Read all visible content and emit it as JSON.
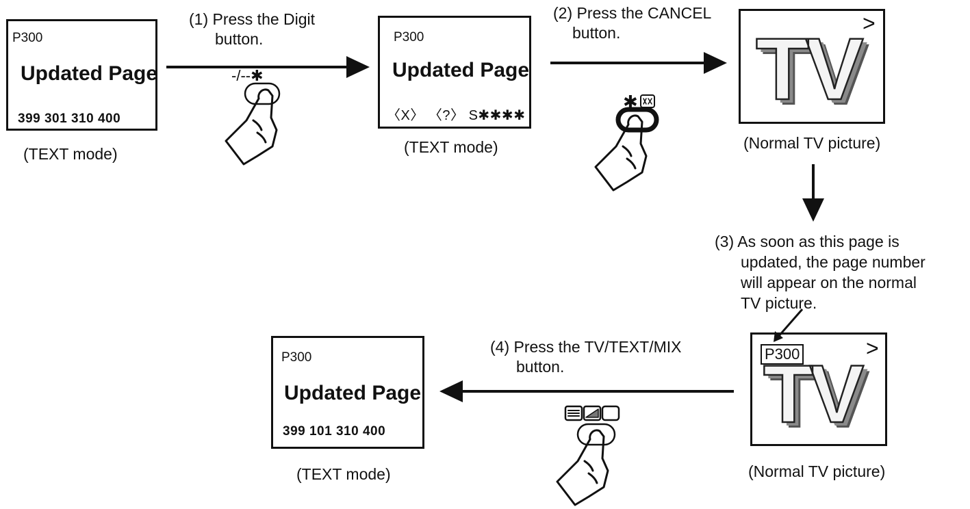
{
  "screens": {
    "first": {
      "page": "P300",
      "title": "Updated Page",
      "row": "399  301  310  400",
      "caption": "(TEXT mode)"
    },
    "second": {
      "page": "P300",
      "title": "Updated Page",
      "row": "〈X〉 〈?〉  S✱✱✱✱",
      "caption": "(TEXT mode)"
    },
    "third": {
      "glyph": ">",
      "letters": "TV",
      "caption": "(Normal TV picture)"
    },
    "fourth": {
      "page_box": "P300",
      "glyph": ">",
      "letters": "TV",
      "caption": "(Normal TV picture)"
    },
    "fifth": {
      "page": "P300",
      "title": "Updated Page",
      "row": "399  101  310  400",
      "caption": "(TEXT mode)"
    }
  },
  "steps": {
    "s1": {
      "line1": "(1) Press the Digit",
      "line2": "button."
    },
    "s2": {
      "line1": "(2) Press the CANCEL",
      "line2": "button."
    },
    "s3": {
      "line1": "(3) As soon as this page is",
      "line2": "updated, the page number",
      "line3": "will appear on the normal",
      "line4": "TV picture."
    },
    "s4": {
      "line1": "(4) Press the TV/TEXT/MIX",
      "line2": "button."
    }
  },
  "keys": {
    "digit": "-/--✱",
    "cancel": "✱"
  },
  "icons": [
    "hand-press-icon",
    "cancel-key-icon",
    "tv-text-mix-icon"
  ]
}
